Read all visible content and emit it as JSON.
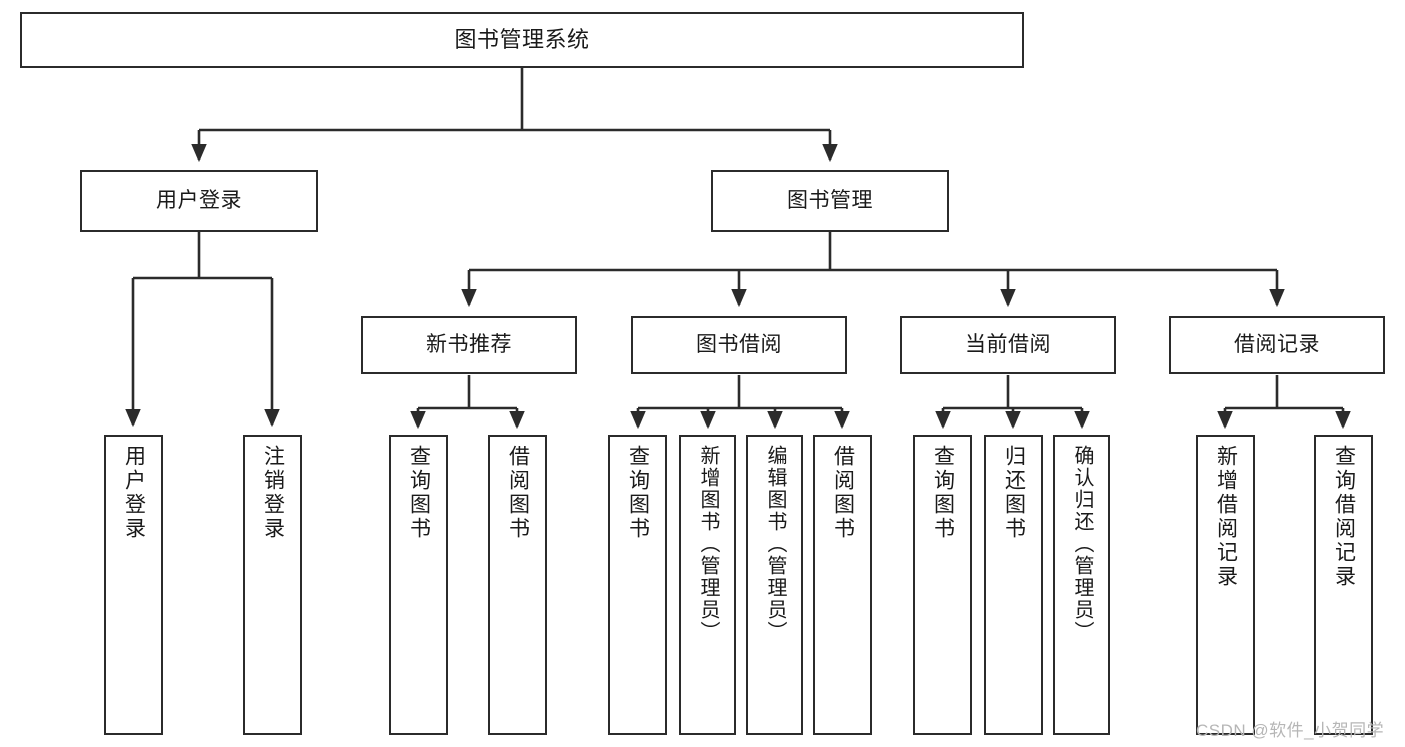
{
  "diagram": {
    "title": "图书管理系统",
    "type": "hierarchy-tree",
    "watermark": "CSDN @软件_小贺同学",
    "colors": {
      "box_border": "#2b2b2b",
      "connector": "#2b2b2b",
      "background": "#ffffff",
      "text": "#1a1a1a",
      "watermark": "#b6b6b6"
    },
    "levels": {
      "level1": [
        "图书管理系统"
      ],
      "level2": [
        "用户登录",
        "图书管理"
      ],
      "level3": [
        "新书推荐",
        "图书借阅",
        "当前借阅",
        "借阅记录"
      ],
      "level4": [
        "用户登录",
        "注销登录",
        "查询图书",
        "借阅图书",
        "查询图书",
        "新增图书（管理员）",
        "编辑图书（管理员）",
        "借阅图书",
        "查询图书",
        "归还图书",
        "确认归还（管理员）",
        "新增借阅记录",
        "查询借阅记录"
      ]
    },
    "nodes": {
      "root": {
        "label": "图书管理系统"
      },
      "user_login": {
        "label": "用户登录"
      },
      "book_manage": {
        "label": "图书管理"
      },
      "new_book_rec": {
        "label": "新书推荐"
      },
      "book_borrow": {
        "label": "图书借阅"
      },
      "current_borrow": {
        "label": "当前借阅"
      },
      "borrow_record": {
        "label": "借阅记录"
      },
      "leaf_user_login": {
        "label": "用户登录"
      },
      "leaf_logout": {
        "label": "注销登录"
      },
      "leaf_query_book_1": {
        "label": "查询图书"
      },
      "leaf_borrow_book_1": {
        "label": "借阅图书"
      },
      "leaf_query_book_2": {
        "label": "查询图书"
      },
      "leaf_add_book": {
        "label": "新增图书（管理员）"
      },
      "leaf_edit_book": {
        "label": "编辑图书（管理员）"
      },
      "leaf_borrow_book_2": {
        "label": "借阅图书"
      },
      "leaf_query_book_3": {
        "label": "查询图书"
      },
      "leaf_return_book": {
        "label": "归还图书"
      },
      "leaf_confirm_return": {
        "label": "确认归还（管理员）"
      },
      "leaf_add_record": {
        "label": "新增借阅记录"
      },
      "leaf_query_record": {
        "label": "查询借阅记录"
      }
    },
    "edges": [
      {
        "from": "root",
        "to": "user_login"
      },
      {
        "from": "root",
        "to": "book_manage"
      },
      {
        "from": "user_login",
        "to": "leaf_user_login"
      },
      {
        "from": "user_login",
        "to": "leaf_logout"
      },
      {
        "from": "book_manage",
        "to": "new_book_rec"
      },
      {
        "from": "book_manage",
        "to": "book_borrow"
      },
      {
        "from": "book_manage",
        "to": "current_borrow"
      },
      {
        "from": "book_manage",
        "to": "borrow_record"
      },
      {
        "from": "new_book_rec",
        "to": "leaf_query_book_1"
      },
      {
        "from": "new_book_rec",
        "to": "leaf_borrow_book_1"
      },
      {
        "from": "book_borrow",
        "to": "leaf_query_book_2"
      },
      {
        "from": "book_borrow",
        "to": "leaf_add_book"
      },
      {
        "from": "book_borrow",
        "to": "leaf_edit_book"
      },
      {
        "from": "book_borrow",
        "to": "leaf_borrow_book_2"
      },
      {
        "from": "current_borrow",
        "to": "leaf_query_book_3"
      },
      {
        "from": "current_borrow",
        "to": "leaf_return_book"
      },
      {
        "from": "current_borrow",
        "to": "leaf_confirm_return"
      },
      {
        "from": "borrow_record",
        "to": "leaf_add_record"
      },
      {
        "from": "borrow_record",
        "to": "leaf_query_record"
      }
    ]
  }
}
